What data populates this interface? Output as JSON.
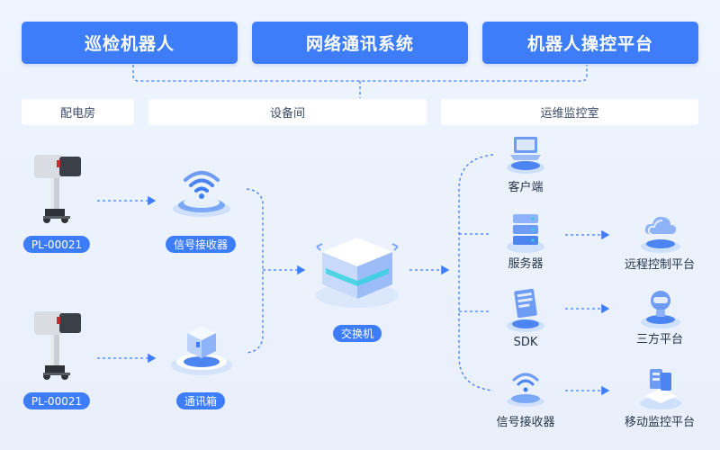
{
  "top_bar": {
    "robot": "巡检机器人",
    "network": "网络通讯系统",
    "platform": "机器人操控平台"
  },
  "zones": {
    "power_room": "配电房",
    "equipment_room": "设备间",
    "monitor_room": "运维监控室"
  },
  "devices": {
    "robot_1_id": "PL-00021",
    "robot_2_id": "PL-00021",
    "signal_receiver": "信号接收器",
    "comm_box": "通讯箱",
    "switch": "交换机",
    "client": "客户端",
    "server": "服务器",
    "sdk": "SDK",
    "signal_receiver_2": "信号接收器",
    "remote_platform": "远程控制平台",
    "third_party": "三方平台",
    "mobile_platform": "移动监控平台"
  },
  "colors": {
    "accent": "#3e7dfa",
    "line": "#3e7dfa"
  }
}
